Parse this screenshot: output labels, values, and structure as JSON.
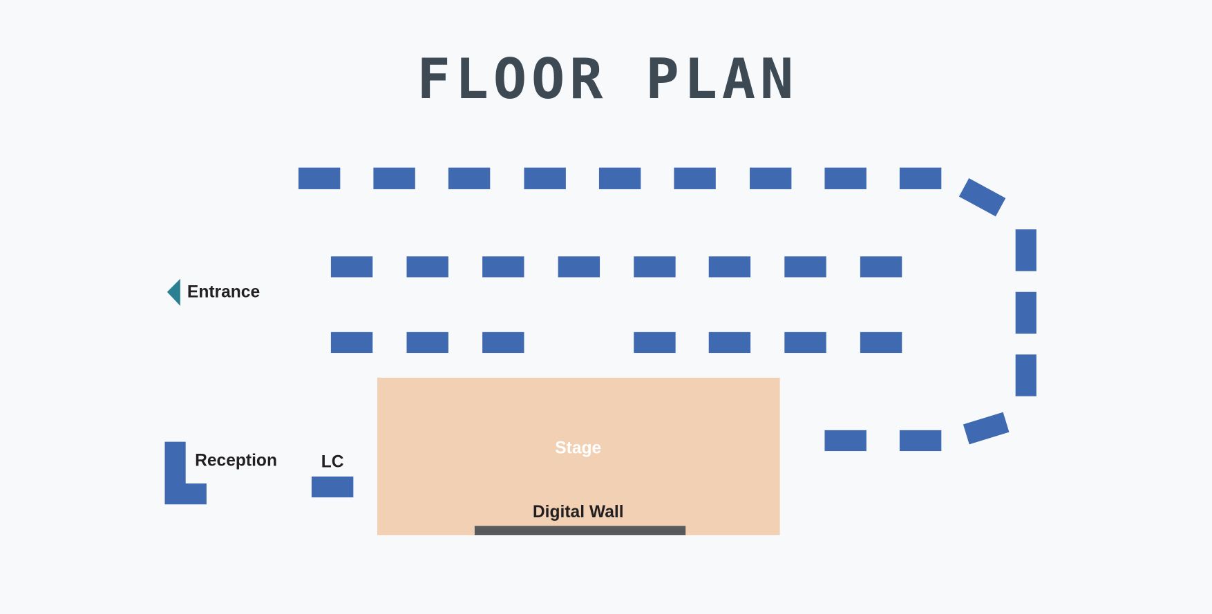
{
  "title": "FLOOR PLAN",
  "labels": {
    "entrance": "Entrance",
    "reception": "Reception",
    "lc": "LC",
    "stage": "Stage",
    "digital_wall": "Digital Wall"
  },
  "colors": {
    "background": "#f7f9fb",
    "seating": "#3f69b1",
    "stage": "#f2d0b4",
    "digital_wall": "#58595b",
    "entrance_arrow": "#2a7f93",
    "title": "#3d4a54"
  }
}
